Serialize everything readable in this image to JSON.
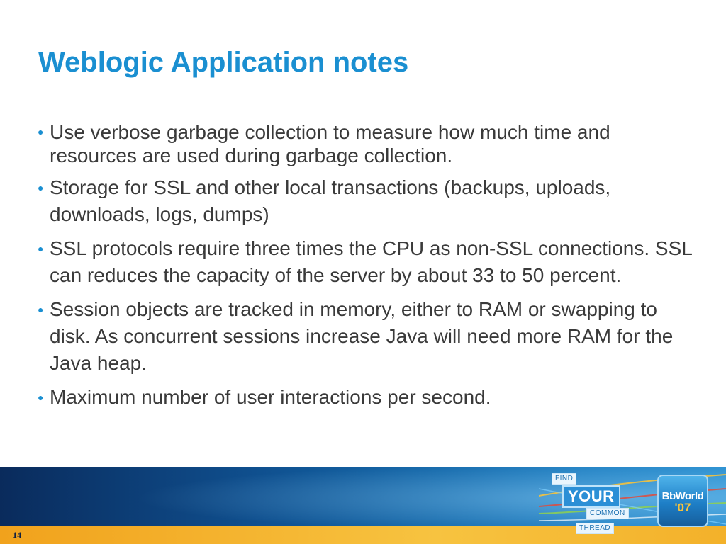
{
  "slide": {
    "title": "Weblogic Application notes",
    "bullets": [
      "Use verbose garbage collection to measure how much time and resources are used during garbage collection.",
      "Storage for SSL and other local transactions (backups, uploads, downloads, logs, dumps)",
      "SSL protocols require three times the CPU as non-SSL connections.  SSL can reduces the capacity of the server by about 33 to 50 percent.",
      "Session objects are tracked in memory, either to RAM or swapping to disk.  As concurrent sessions increase Java will need more RAM for the Java heap.",
      "Maximum number of user interactions per second."
    ],
    "bullet_glyph": "●",
    "page_number": "14"
  },
  "branding": {
    "words": [
      "FIND",
      "YOUR",
      "COMMON",
      "THREAD"
    ],
    "logo_text": "BbWorld",
    "logo_year": "'07"
  },
  "colors": {
    "title": "#1a8fd1",
    "body_text": "#3a3a3a",
    "footer_blue": "#0f4f8e",
    "footer_gold": "#f1a21c"
  }
}
